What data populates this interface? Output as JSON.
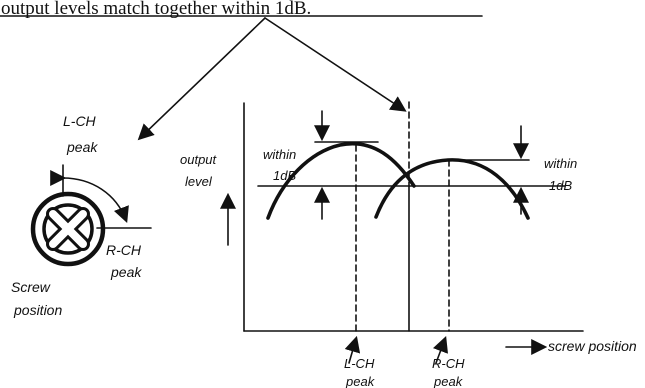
{
  "caption": "output levels match together within 1dB.",
  "labels": {
    "left_channel_peak_top": [
      "L-CH",
      "peak"
    ],
    "right_channel_peak_side": [
      "R-CH",
      "peak"
    ],
    "screw_position_label": [
      "Screw",
      "position"
    ],
    "output_level": [
      "output",
      "level"
    ],
    "within_1db_left": [
      "within",
      "1dB"
    ],
    "within_1db_right": [
      "within",
      "1dB"
    ],
    "left_channel_peak_bottom": [
      "L-CH",
      "peak"
    ],
    "right_channel_peak_bottom": [
      "R-CH",
      "peak"
    ],
    "screw_position_axis": "screw position"
  },
  "colors": {
    "ink": "#111111",
    "background": "#ffffff"
  }
}
